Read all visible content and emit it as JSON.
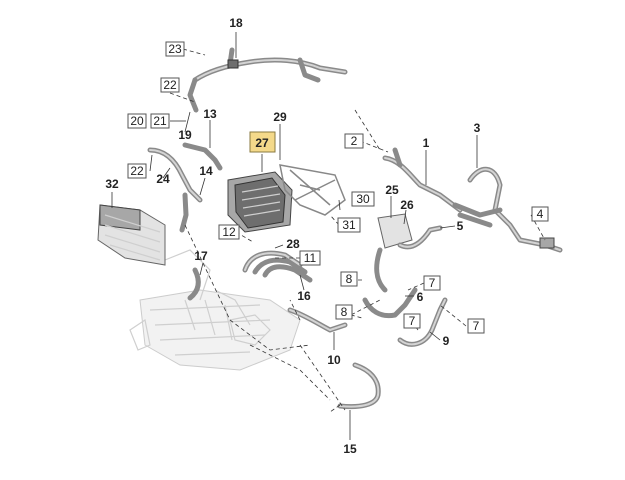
{
  "callouts": {
    "c1": "1",
    "c2": "2",
    "c3": "3",
    "c4": "4",
    "c5": "5",
    "c6": "6",
    "c7a": "7",
    "c7b": "7",
    "c7c": "7",
    "c8a": "8",
    "c8b": "8",
    "c9": "9",
    "c10": "10",
    "c11": "11",
    "c12": "12",
    "c13": "13",
    "c14": "14",
    "c15": "15",
    "c16": "16",
    "c17": "17",
    "c18": "18",
    "c19": "19",
    "c20": "20",
    "c21": "21",
    "c22a": "22",
    "c22b": "22",
    "c23": "23",
    "c24": "24",
    "c25": "25",
    "c26": "26",
    "c27": "27",
    "c28": "28",
    "c29": "29",
    "c30": "30",
    "c31": "31",
    "c32": "32"
  },
  "colors": {
    "highlight": "#f4d98a",
    "hose": "#8a8a8a",
    "ghost": "#cfcfcf"
  }
}
